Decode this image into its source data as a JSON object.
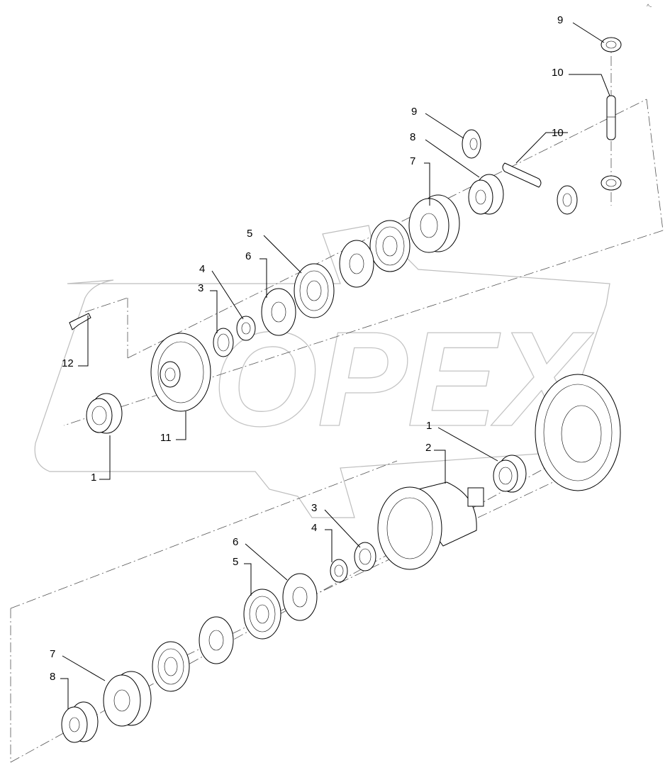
{
  "watermark": {
    "text": "OPEX"
  },
  "corner_mark": "^-",
  "callouts": [
    {
      "id": "9a",
      "label": "9"
    },
    {
      "id": "10a",
      "label": "10"
    },
    {
      "id": "9b",
      "label": "9"
    },
    {
      "id": "10b",
      "label": "10"
    },
    {
      "id": "8a",
      "label": "8"
    },
    {
      "id": "7a",
      "label": "7"
    },
    {
      "id": "5a",
      "label": "5"
    },
    {
      "id": "6a",
      "label": "6"
    },
    {
      "id": "4a",
      "label": "4"
    },
    {
      "id": "3a",
      "label": "3"
    },
    {
      "id": "12",
      "label": "12"
    },
    {
      "id": "11",
      "label": "11"
    },
    {
      "id": "1a",
      "label": "1"
    },
    {
      "id": "1b",
      "label": "1"
    },
    {
      "id": "2",
      "label": "2"
    },
    {
      "id": "3b",
      "label": "3"
    },
    {
      "id": "4b",
      "label": "4"
    },
    {
      "id": "6b",
      "label": "6"
    },
    {
      "id": "5b",
      "label": "5"
    },
    {
      "id": "7b",
      "label": "7"
    },
    {
      "id": "8b",
      "label": "8"
    }
  ]
}
